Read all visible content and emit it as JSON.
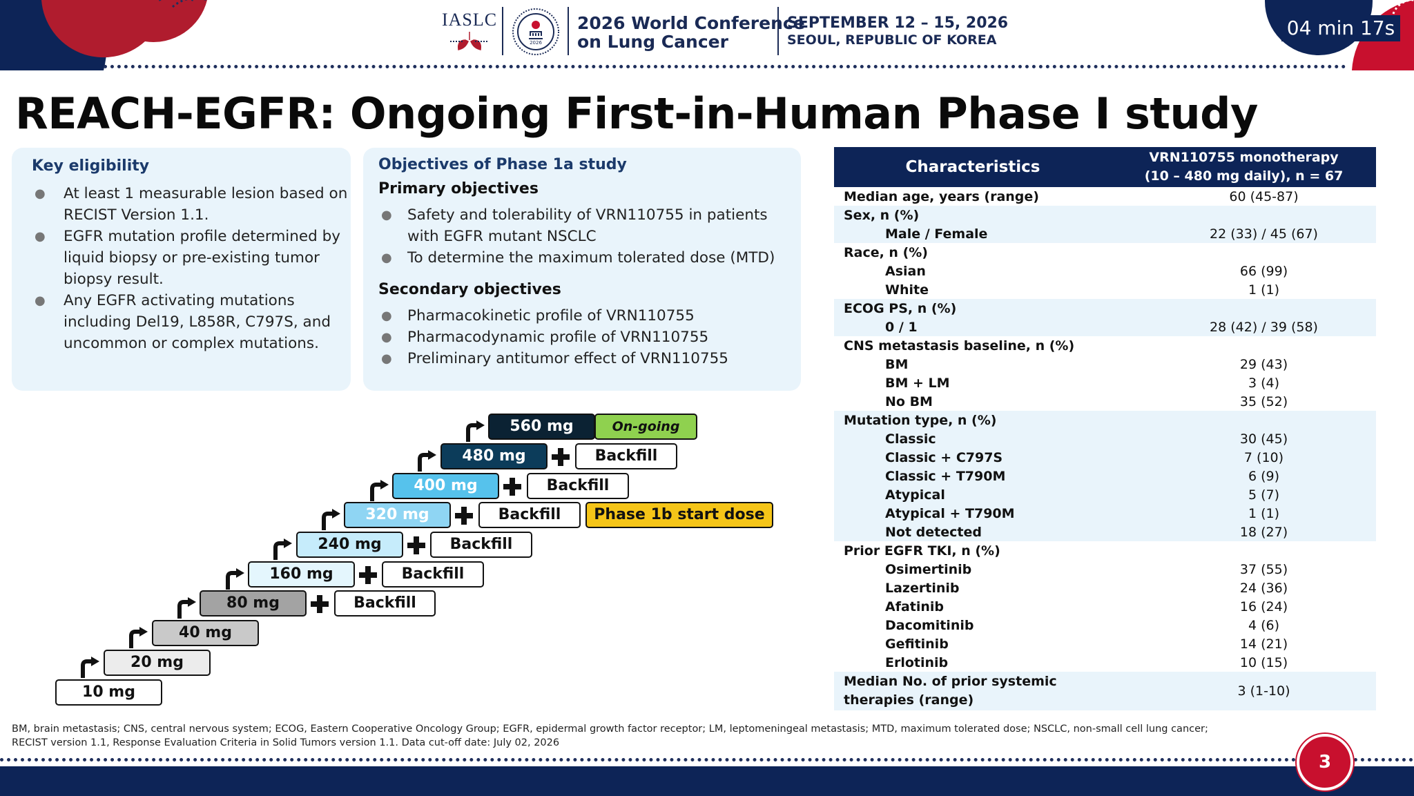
{
  "header": {
    "org": "IASLC",
    "seal_year": "2026",
    "conference_line1": "2026 World Conference",
    "conference_line2": "on Lung Cancer",
    "date": "SEPTEMBER 12 – 15, 2026",
    "location": "SEOUL, REPUBLIC OF KOREA",
    "timer": "04 min 17s"
  },
  "title": "REACH-EGFR: Ongoing First-in-Human Phase I study",
  "eligibility": {
    "heading": "Key eligibility",
    "items": [
      "At least 1 measurable lesion based on RECIST Version 1.1.",
      "EGFR mutation profile determined by liquid biopsy or pre-existing tumor biopsy result.",
      "Any EGFR activating mutations including Del19, L858R, C797S, and uncommon or complex mutations."
    ]
  },
  "objectives": {
    "heading": "Objectives of Phase 1a study",
    "primary_heading": "Primary objectives",
    "primary": [
      "Safety and tolerability of VRN110755 in patients with EGFR mutant NSCLC",
      "To determine the maximum tolerated dose (MTD)"
    ],
    "secondary_heading": "Secondary objectives",
    "secondary": [
      "Pharmacokinetic profile of VRN110755",
      "Pharmacodynamic profile of VRN110755",
      "Preliminary antitumor effect of VRN110755"
    ]
  },
  "dose_steps": {
    "levels": [
      "10 mg",
      "20 mg",
      "40 mg",
      "80 mg",
      "160 mg",
      "240 mg",
      "320 mg",
      "400 mg",
      "480 mg",
      "560 mg"
    ],
    "backfill_label": "Backfill",
    "ongoing_label": "On-going",
    "phase1b_label": "Phase 1b start dose",
    "colors": {
      "light_gray": "#ececec",
      "mid_gray": "#c9c9c9",
      "dark_gray": "#a3a3a3",
      "pale_blue": "#e4f6fd",
      "light_blue": "#c6ecfb",
      "sky_blue": "#8fd5f3",
      "bright_blue": "#56c2ec",
      "navy": "#0c3c5a",
      "black_navy": "#0b2233",
      "ongoing_green": "#8fd14f",
      "phase_yellow": "#f5c518"
    }
  },
  "table": {
    "col1": "Characteristics",
    "col2_line1": "VRN110755 monotherapy",
    "col2_line2": "(10 – 480 mg daily), n = 67",
    "rows": [
      {
        "label": "Median age, years (range)",
        "value": "60 (45-87)",
        "indent": false,
        "shade": false
      },
      {
        "label": "Sex, n (%)",
        "value": "",
        "indent": false,
        "shade": true
      },
      {
        "label": "Male / Female",
        "value": "22 (33) / 45 (67)",
        "indent": true,
        "shade": true
      },
      {
        "label": "Race, n (%)",
        "value": "",
        "indent": false,
        "shade": false
      },
      {
        "label": "Asian",
        "value": "66 (99)",
        "indent": true,
        "shade": false
      },
      {
        "label": "White",
        "value": "1 (1)",
        "indent": true,
        "shade": false
      },
      {
        "label": "ECOG PS, n (%)",
        "value": "",
        "indent": false,
        "shade": true
      },
      {
        "label": "0 / 1",
        "value": "28 (42) / 39 (58)",
        "indent": true,
        "shade": true
      },
      {
        "label": "CNS metastasis baseline, n (%)",
        "value": "",
        "indent": false,
        "shade": false
      },
      {
        "label": "BM",
        "value": "29 (43)",
        "indent": true,
        "shade": false
      },
      {
        "label": "BM + LM",
        "value": "3 (4)",
        "indent": true,
        "shade": false
      },
      {
        "label": "No BM",
        "value": "35 (52)",
        "indent": true,
        "shade": false
      },
      {
        "label": "Mutation type, n (%)",
        "value": "",
        "indent": false,
        "shade": true
      },
      {
        "label": "Classic",
        "value": "30 (45)",
        "indent": true,
        "shade": true
      },
      {
        "label": "Classic + C797S",
        "value": "7 (10)",
        "indent": true,
        "shade": true
      },
      {
        "label": "Classic + T790M",
        "value": "6 (9)",
        "indent": true,
        "shade": true
      },
      {
        "label": "Atypical",
        "value": "5 (7)",
        "indent": true,
        "shade": true
      },
      {
        "label": "Atypical + T790M",
        "value": "1 (1)",
        "indent": true,
        "shade": true
      },
      {
        "label": "Not detected",
        "value": "18 (27)",
        "indent": true,
        "shade": true
      },
      {
        "label": "Prior EGFR TKI, n (%)",
        "value": "",
        "indent": false,
        "shade": false
      },
      {
        "label": "Osimertinib",
        "value": "37 (55)",
        "indent": true,
        "shade": false
      },
      {
        "label": "Lazertinib",
        "value": "24 (36)",
        "indent": true,
        "shade": false
      },
      {
        "label": "Afatinib",
        "value": "16 (24)",
        "indent": true,
        "shade": false
      },
      {
        "label": "Dacomitinib",
        "value": "4 (6)",
        "indent": true,
        "shade": false
      },
      {
        "label": "Gefitinib",
        "value": "14 (21)",
        "indent": true,
        "shade": false
      },
      {
        "label": "Erlotinib",
        "value": "10 (15)",
        "indent": true,
        "shade": false
      }
    ],
    "last_row_line1": "Median No. of prior systemic",
    "last_row_line2": "therapies (range)",
    "last_row_value": "3 (1-10)"
  },
  "footnote": "BM, brain metastasis; CNS, central nervous system; ECOG, Eastern Cooperative Oncology Group; EGFR, epidermal growth factor receptor; LM, leptomeningeal metastasis; MTD, maximum tolerated dose; NSCLC, non-small cell lung cancer; RECIST version 1.1, Response Evaluation Criteria in Solid Tumors version 1.1. Data cut-off date: July 02, 2026",
  "page_number": "3",
  "brand_colors": {
    "navy": "#0d2457",
    "red": "#c8102e",
    "panel": "#e9f4fb"
  }
}
